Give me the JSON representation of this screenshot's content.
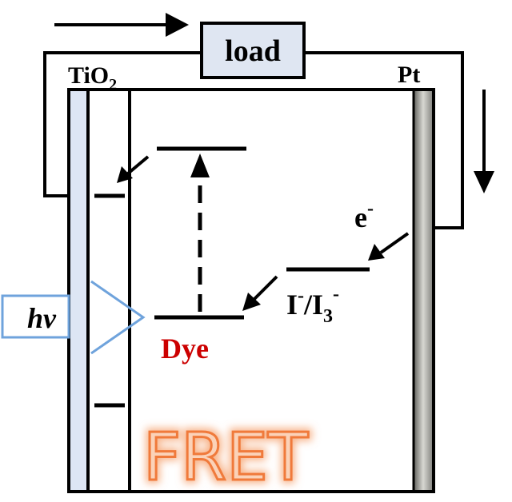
{
  "labels": {
    "load": "load",
    "tio2": "TiO",
    "tio2_sub": "2",
    "pt": "Pt",
    "electron": "e",
    "electron_sup": "-",
    "redox_i": "I",
    "redox_sup1": "-",
    "redox_slash": "/I",
    "redox_sub": "3",
    "redox_sup2": "-",
    "hv": "hv",
    "dye": "Dye",
    "fret": "FRET"
  },
  "colors": {
    "dye_text": "#cc0000",
    "fret_stroke": "#f07a3a",
    "fret_fill": "#fbd2b8",
    "hv_outline": "#6fa3dc",
    "glass": "#dde6f4",
    "load_fill": "#dfe6f2"
  }
}
